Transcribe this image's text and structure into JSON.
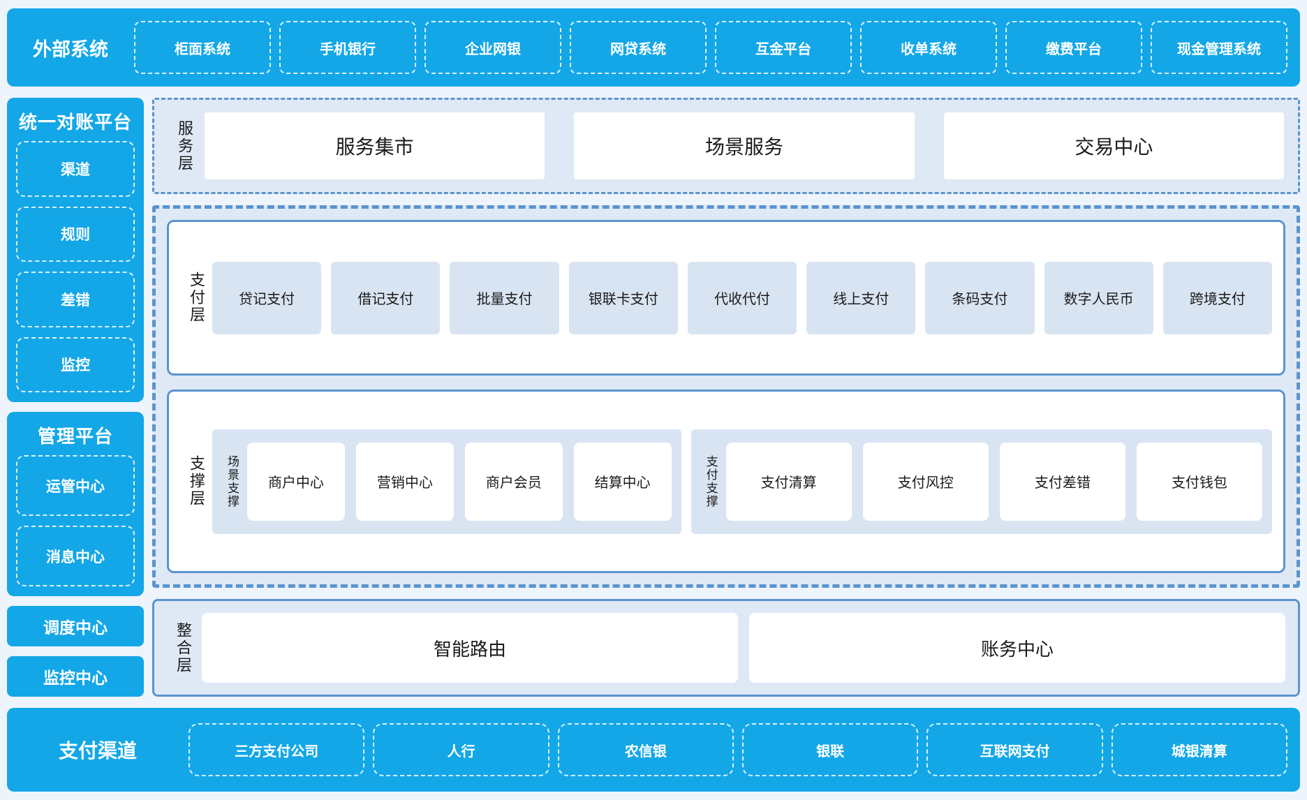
{
  "colors": {
    "brand_blue": "#13a7e8",
    "panel_bg": "#dfe9f6",
    "panel_border": "#5b94ce",
    "item_bg": "#d9e4f2",
    "page_bg": "#eef4fb",
    "text_dark": "#1a1a1a"
  },
  "top_bar": {
    "title": "外部系统",
    "items": [
      "柜面系统",
      "手机银行",
      "企业网银",
      "网贷系统",
      "互金平台",
      "收单系统",
      "缴费平台",
      "现金管理系统"
    ]
  },
  "sidebar": {
    "recon": {
      "title": "统一对账平台",
      "items": [
        "渠道",
        "规则",
        "差错",
        "监控"
      ]
    },
    "mgmt": {
      "title": "管理平台",
      "items": [
        "运管中心",
        "消息中心"
      ]
    },
    "solo": [
      "调度中心",
      "监控中心"
    ]
  },
  "service_layer": {
    "label": "服务层",
    "items": [
      "服务集市",
      "场景服务",
      "交易中心"
    ]
  },
  "payment_layer": {
    "label": "支付层",
    "items": [
      "贷记支付",
      "借记支付",
      "批量支付",
      "银联卡支付",
      "代收代付",
      "线上支付",
      "条码支付",
      "数字人民币",
      "跨境支付"
    ]
  },
  "support_layer": {
    "label": "支撑层",
    "groups": [
      {
        "label": "场景支撑",
        "items": [
          "商户中心",
          "营销中心",
          "商户会员",
          "结算中心"
        ]
      },
      {
        "label": "支付支撑",
        "items": [
          "支付清算",
          "支付风控",
          "支付差错",
          "支付钱包"
        ]
      }
    ]
  },
  "integration_layer": {
    "label": "整合层",
    "items": [
      "智能路由",
      "账务中心"
    ]
  },
  "bottom_bar": {
    "title": "支付渠道",
    "items": [
      "三方支付公司",
      "人行",
      "农信银",
      "银联",
      "互联网支付",
      "城银清算"
    ]
  }
}
